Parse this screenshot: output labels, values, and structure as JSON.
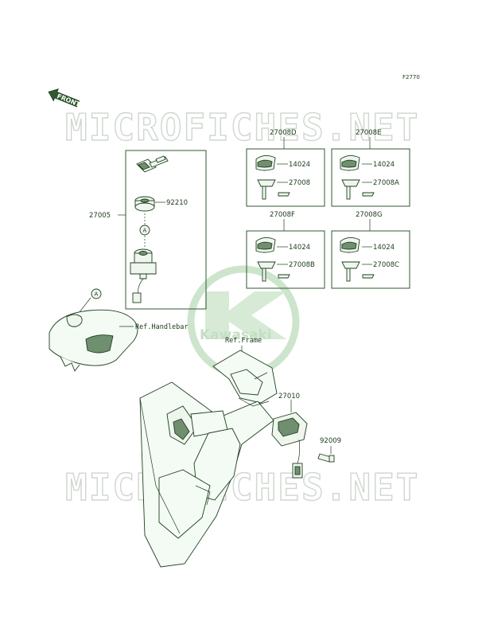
{
  "figure_code": "F2770",
  "watermark_text": "MICROFICHES.NET",
  "logo_text": "Kawasaki",
  "front_label": "FRONT",
  "callout_letter": "A",
  "parts": {
    "ignition_switch_assy": "27005",
    "nut": "92210",
    "key_set_d": "27008D",
    "key_set_e": "27008E",
    "key_set_f": "27008F",
    "key_set_g": "27008G",
    "cap_d": "14024",
    "cap_e": "14024",
    "cap_f": "14024",
    "cap_g": "14024",
    "key_d": "27008",
    "key_e": "27008A",
    "key_f": "27008B",
    "key_g": "27008C",
    "switch": "27010",
    "bolt": "92009"
  },
  "refs": {
    "handlebar": "Ref.Handlebar",
    "frame": "Ref.Frame"
  }
}
